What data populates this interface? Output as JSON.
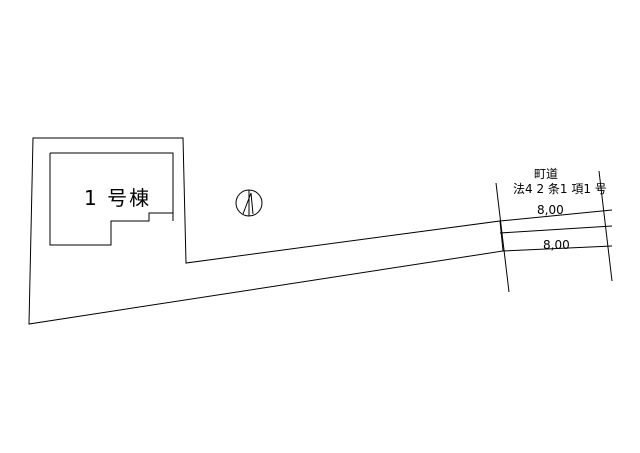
{
  "building": {
    "label": "1 号棟"
  },
  "road": {
    "name": "町道",
    "legal_basis": "法4 2 条1 項1 号",
    "width_upper": "8,00",
    "width_lower": "8,00"
  },
  "north_arrow": {
    "icon": "north-arrow-icon"
  },
  "colors": {
    "line": "#000000",
    "background": "#ffffff"
  }
}
